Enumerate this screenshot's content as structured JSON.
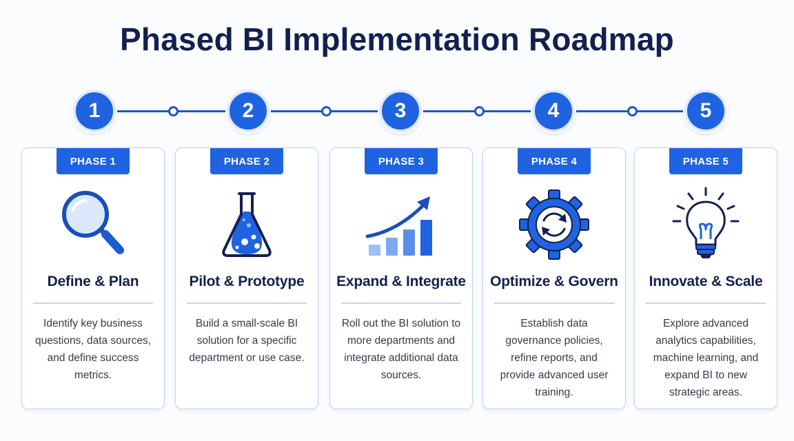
{
  "title": "Phased BI Implementation Roadmap",
  "steps": [
    "1",
    "2",
    "3",
    "4",
    "5"
  ],
  "colors": {
    "primary": "#1f63e0",
    "title": "#13204f",
    "card_border": "#bfd3ef",
    "icon_light": "#9cc0f5"
  },
  "phases": [
    {
      "badge": "PHASE 1",
      "icon": "magnifying-glass-icon",
      "title": "Define & Plan",
      "description": "Identify key business questions, data sources, and define success metrics."
    },
    {
      "badge": "PHASE 2",
      "icon": "flask-icon",
      "title": "Pilot & Prototype",
      "description": "Build a small-scale BI solution for a specific department or use case."
    },
    {
      "badge": "PHASE 3",
      "icon": "growth-chart-icon",
      "title": "Expand & Integrate",
      "description": "Roll out the BI solution to more departments and integrate additional data sources."
    },
    {
      "badge": "PHASE 4",
      "icon": "gear-refresh-icon",
      "title": "Optimize & Govern",
      "description": "Establish data governance policies, refine reports, and provide advanced user training."
    },
    {
      "badge": "PHASE 5",
      "icon": "lightbulb-icon",
      "title": "Innovate & Scale",
      "description": "Explore advanced analytics capabilities, machine learning, and expand BI to new strategic areas."
    }
  ]
}
